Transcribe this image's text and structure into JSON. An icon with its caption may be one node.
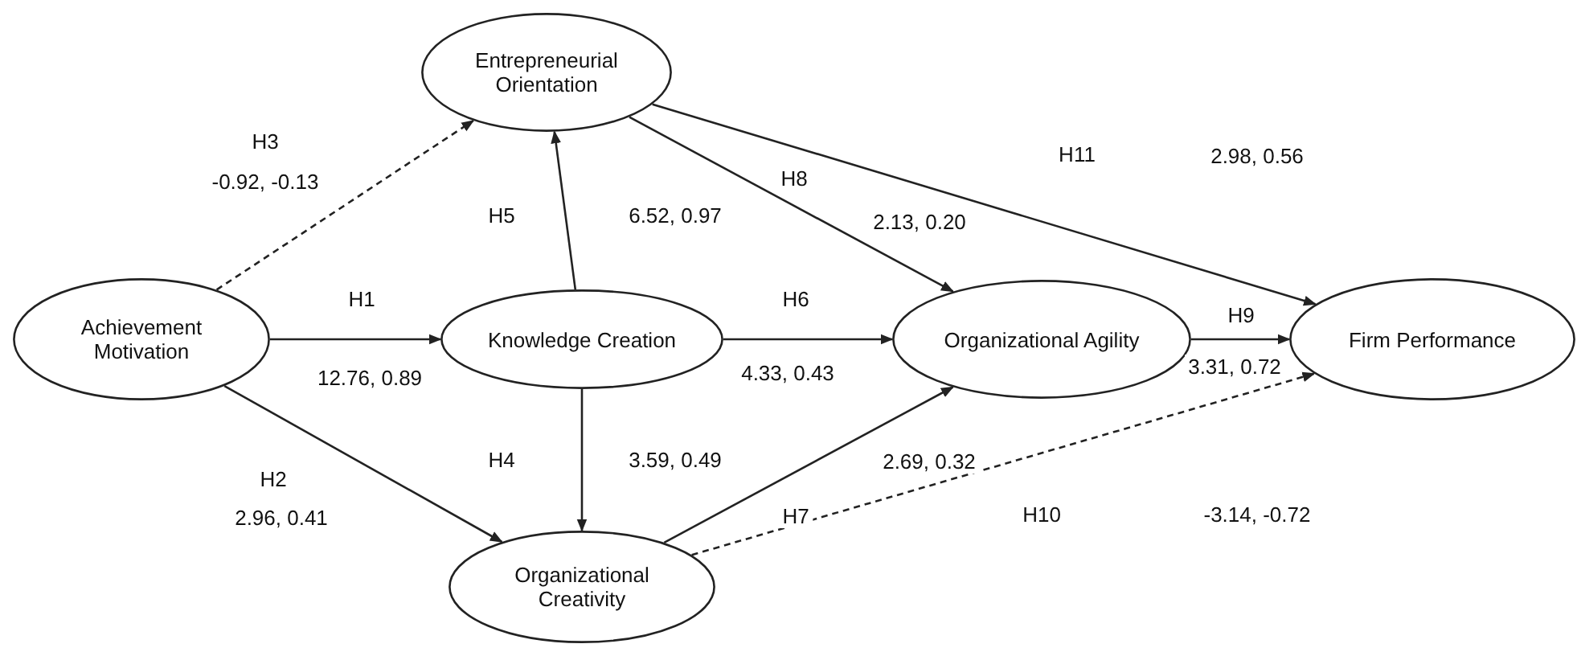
{
  "diagram": {
    "nodes": [
      {
        "text": [
          "Achievement Motivation"
        ]
      },
      {
        "text": [
          "Entrepreneurial Orientation"
        ]
      },
      {
        "text": [
          "Knowledge Creation"
        ]
      },
      {
        "text": [
          "Organizational Agility"
        ]
      },
      {
        "text": [
          "Firm Performance"
        ]
      },
      {
        "text": [
          "Organizational Creativity"
        ]
      }
    ],
    "edges": [
      {
        "from": 0,
        "to": 1,
        "arrow": "to",
        "label": "H3",
        "style": "dashed"
      },
      {
        "from": 0,
        "to": 2,
        "arrow": "to",
        "label": "H1"
      },
      {
        "from": 0,
        "to": 5,
        "arrow": "to",
        "label": "H2"
      },
      {
        "from": 2,
        "to": 1,
        "arrow": "to",
        "label": "H5"
      },
      {
        "from": 2,
        "to": 5,
        "arrow": "to",
        "label": "H4"
      },
      {
        "from": 2,
        "to": 3,
        "arrow": "to",
        "label": "H6"
      },
      {
        "from": 1,
        "to": 3,
        "arrow": "to",
        "label": "H8"
      },
      {
        "from": 5,
        "to": 3,
        "arrow": "to",
        "label": "H7"
      },
      {
        "from": 1,
        "to": 4,
        "arrow": "to",
        "label": "H11"
      },
      {
        "from": 3,
        "to": 4,
        "arrow": "to",
        "label": "H9"
      },
      {
        "from": 5,
        "to": 4,
        "arrow": "to",
        "label": "H10",
        "style": "dashed"
      }
    ],
    "labels": [
      "-0.92, -0.13",
      "2.98, 0.56",
      "6.52, 0.97",
      "2.13, 0.20",
      "12.76, 0.89",
      "4.33, 0.43",
      "3.31, 0.72",
      "3.59, 0.49",
      "2.69, 0.32",
      "2.96, 0.41",
      "-3.14, -0.72"
    ]
  }
}
